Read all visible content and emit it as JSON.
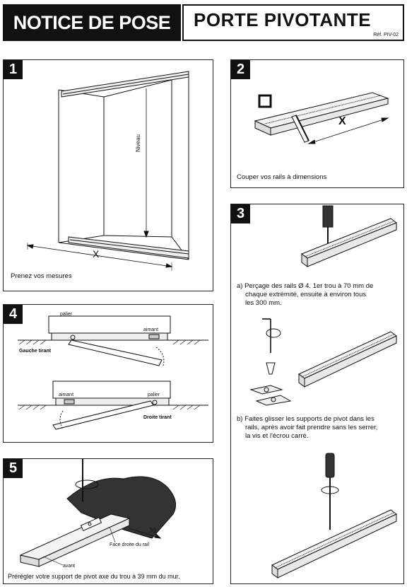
{
  "header": {
    "left_title": "NOTICE DE POSE",
    "right_title": "PORTE PIVOTANTE",
    "ref": "Réf. PIV-02"
  },
  "steps": {
    "s1": {
      "number": "1",
      "dim_label": "X",
      "vertical_label": "Niveau",
      "caption": "Prenez vos mesures"
    },
    "s2": {
      "number": "2",
      "dim_label": "X",
      "caption": "Couper vos rails à dimensions"
    },
    "s3": {
      "number": "3",
      "caption_a_l1": "a)  Perçage des rails Ø 4. 1er trou à 70 mm de",
      "caption_a_l2": "chaque extrémité, ensuite à environ tous",
      "caption_a_l3": "les 300 mm.",
      "caption_b_l1": "b)  Faites glisser les supports de pivot dans les",
      "caption_b_l2": "rails, après avoir fait prendre sans les serrer,",
      "caption_b_l3": "la vis et l'écrou carré."
    },
    "s4": {
      "number": "4",
      "palier": "palier",
      "aimant": "aimant",
      "gauche": "Gauche tirant",
      "droite": "Droite tirant"
    },
    "s5": {
      "number": "5",
      "dim": "39",
      "face_label": "Face droite du rail",
      "avant_label": "avant",
      "caption": "Prérégler votre support de pivot axe du trou à 39 mm du mur."
    }
  }
}
